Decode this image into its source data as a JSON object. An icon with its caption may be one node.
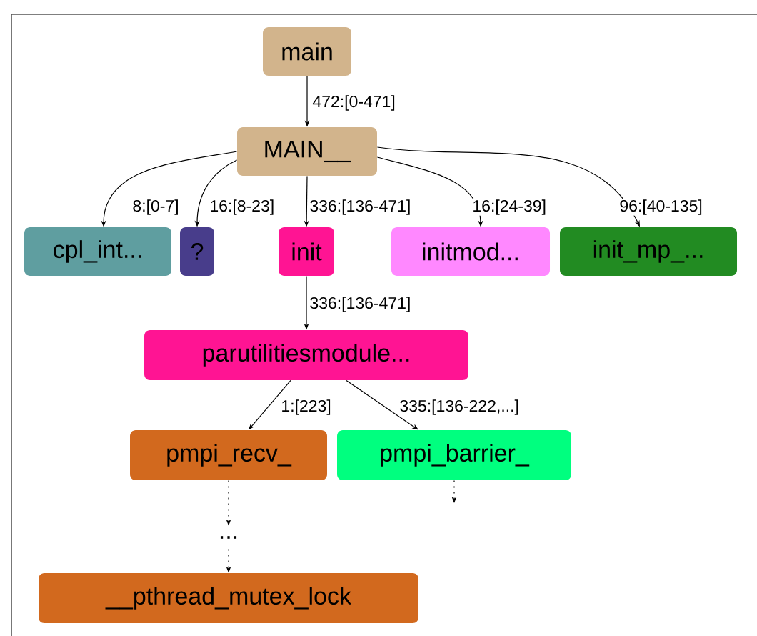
{
  "diagram": {
    "nodes": [
      {
        "text": [
          "main"
        ]
      },
      {
        "text": [
          "MAIN__"
        ]
      },
      {
        "text": [
          "cpl_int..."
        ]
      },
      {
        "text": [
          "?"
        ]
      },
      {
        "text": [
          "init"
        ]
      },
      {
        "text": [
          "initmod..."
        ]
      },
      {
        "text": [
          "init_mp_..."
        ]
      },
      {
        "text": [
          "parutilitiesmodule..."
        ]
      },
      {
        "text": [
          "pmpi_recv_"
        ]
      },
      {
        "text": [
          "pmpi_barrier_"
        ]
      },
      {
        "text": [
          "..."
        ]
      },
      {
        "text": [
          "__pthread_mutex_lock"
        ]
      }
    ],
    "edges": [
      {
        "from": 0,
        "to": 1,
        "arrow": "to",
        "label": "472:[0-471]"
      },
      {
        "from": 1,
        "to": 2,
        "arrow": "to",
        "label": "8:[0-7]"
      },
      {
        "from": 1,
        "to": 3,
        "arrow": "to",
        "label": "16:[8-23]"
      },
      {
        "from": 1,
        "to": 4,
        "arrow": "to",
        "label": "336:[136-471]"
      },
      {
        "from": 1,
        "to": 5,
        "arrow": "to",
        "label": "16:[24-39]"
      },
      {
        "from": 1,
        "to": 6,
        "arrow": "to",
        "label": "96:[40-135]"
      },
      {
        "from": 4,
        "to": 7,
        "arrow": "to",
        "label": "336:[136-471]"
      },
      {
        "from": 7,
        "to": 8,
        "arrow": "to",
        "label": "1:[223]"
      },
      {
        "from": 7,
        "to": 9,
        "arrow": "to",
        "label": "335:[136-222,...]"
      },
      {
        "from": 8,
        "to": 10,
        "arrow": "to",
        "style": "dashed"
      },
      {
        "from": 10,
        "to": 11,
        "arrow": "to",
        "style": "dashed"
      },
      {
        "from": 9,
        "to": null,
        "arrow": "to",
        "style": "dashed"
      }
    ]
  }
}
